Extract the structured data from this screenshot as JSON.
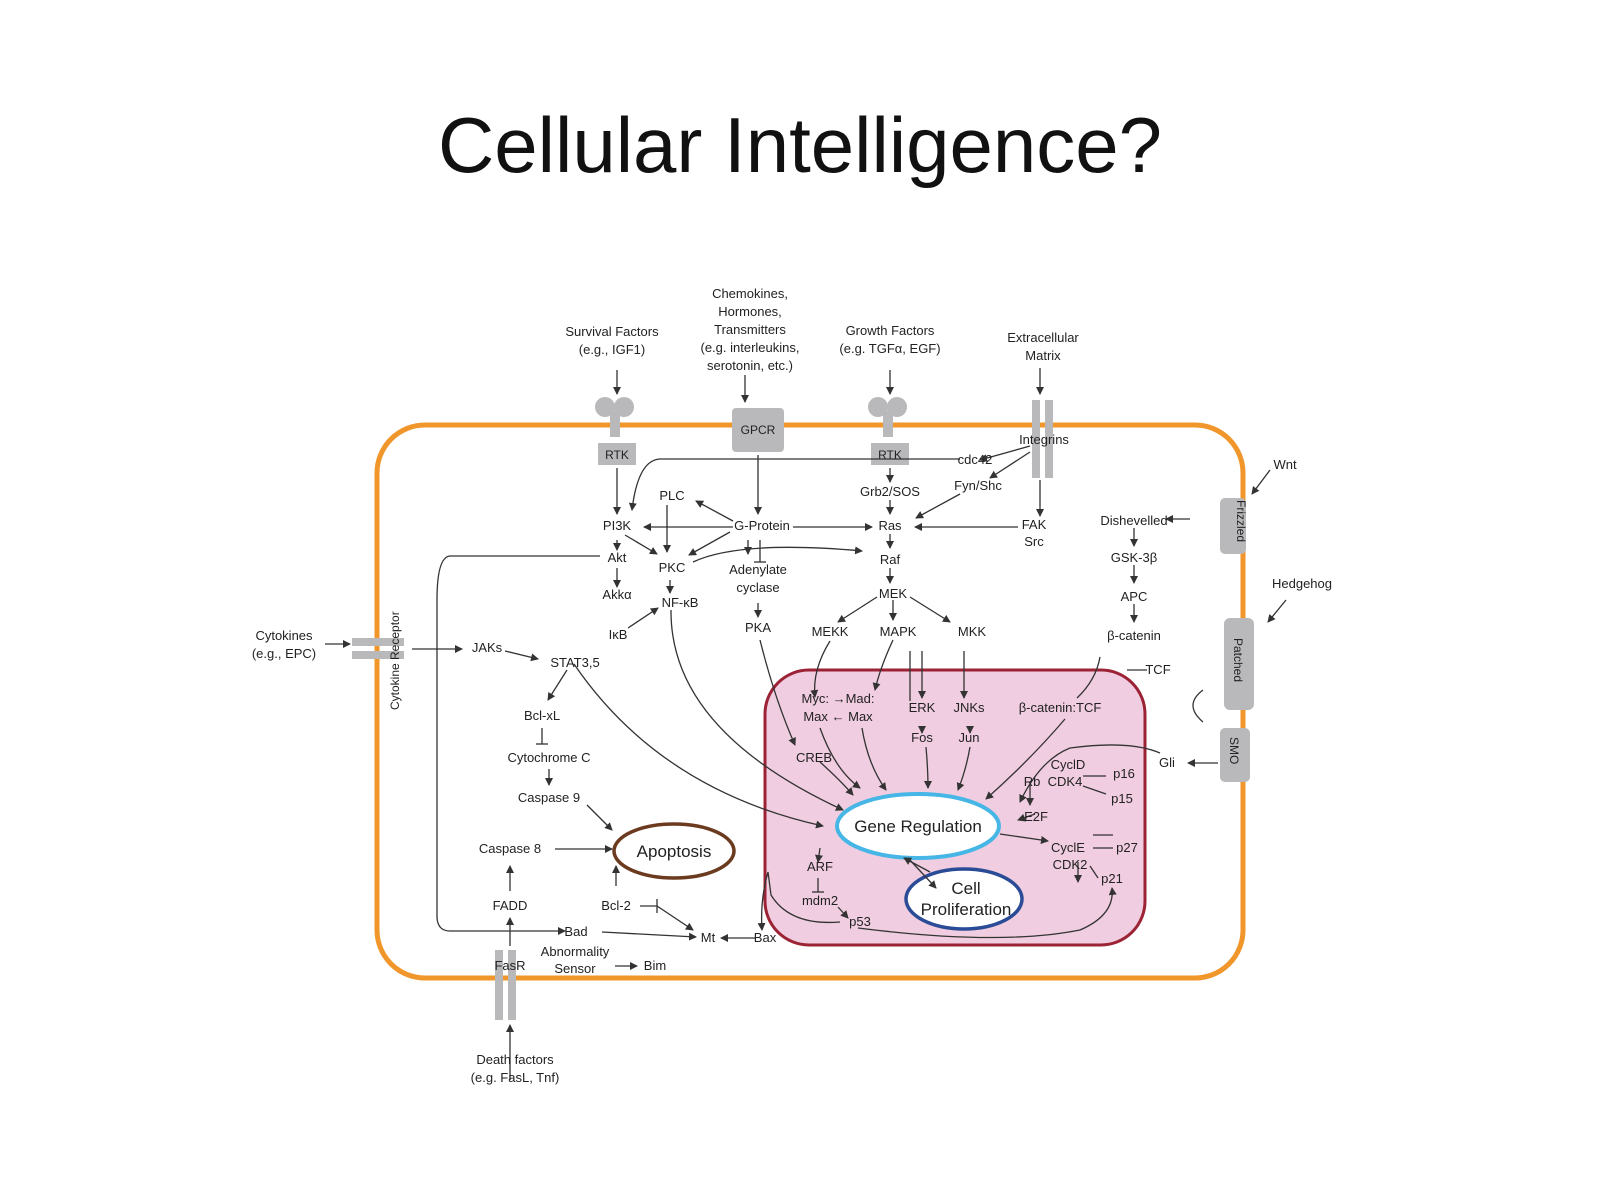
{
  "slide": {
    "title": "Cellular Intelligence?"
  },
  "colors": {
    "membrane": "#f0962a",
    "nucleus_fill": "#f0cde0",
    "nucleus_stroke": "#9b2335",
    "receptor": "#b9b9bb",
    "gene_regulation": "#46b6e6",
    "apoptosis": "#6b3a1f",
    "proliferation": "#2a4b96",
    "text": "#222222"
  },
  "extracellular": {
    "survival_factors": [
      "Survival Factors",
      "(e.g., IGF1)"
    ],
    "chemokines": [
      "Chemokines,",
      "Hormones,",
      "Transmitters",
      "(e.g. interleukins,",
      "serotonin, etc.)"
    ],
    "growth_factors": [
      "Growth Factors",
      "(e.g. TGFα, EGF)"
    ],
    "extracellular_matrix": [
      "Extracellular",
      "Matrix"
    ],
    "wnt": "Wnt",
    "hedgehog": "Hedgehog",
    "cytokines": [
      "Cytokines",
      "(e.g., EPC)"
    ],
    "death_factors": [
      "Death factors",
      "(e.g. FasL, Tnf)"
    ]
  },
  "receptors": {
    "rtk_left": "RTK",
    "gpcr": "GPCR",
    "rtk_right": "RTK",
    "integrins": "Integrins",
    "frizzled": "Frizzled",
    "patched": "Patched",
    "smo": "SMO",
    "cytokine_receptor": "Cytokine Receptor",
    "fasr": "FasR"
  },
  "nodes": {
    "cdc42": "cdc42",
    "fyn_shc": "Fyn/Shc",
    "grb2_sos": "Grb2/SOS",
    "plc": "PLC",
    "pi3k": "PI3K",
    "g_protein": "G-Protein",
    "ras": "Ras",
    "fak_src": [
      "FAK",
      "Src"
    ],
    "akt": "Akt",
    "pkc": "PKC",
    "adenylate_cyclase": [
      "Adenylate",
      "cyclase"
    ],
    "raf": "Raf",
    "akk_alpha": "Akkα",
    "nf_kb": "NF-κB",
    "mek": "MEK",
    "ikb": "IκB",
    "pka": "PKA",
    "mekk": "MEKK",
    "mapk": "MAPK",
    "mkk": "MKK",
    "jaks": "JAKs",
    "stat": "STAT3,5",
    "bcl_xl": "Bcl-xL",
    "cytochrome_c": "Cytochrome C",
    "caspase9": "Caspase 9",
    "caspase8": "Caspase 8",
    "fadd": "FADD",
    "bcl2": "Bcl-2",
    "bad": "Bad",
    "mt": "Mt",
    "bax": "Bax",
    "abnormality_sensor": [
      "Abnormality",
      "Sensor"
    ],
    "bim": "Bim",
    "dishevelled": "Dishevelled",
    "gsk3b": "GSK-3β",
    "apc": "APC",
    "beta_catenin": "β-catenin",
    "tcf": "TCF",
    "gli": "Gli"
  },
  "nucleus": {
    "myc_max": [
      "Myc: →Mad:",
      "Max ← Max"
    ],
    "erk": "ERK",
    "jnks": "JNKs",
    "fos": "Fos",
    "jun": "Jun",
    "beta_catenin_tcf": "β-catenin:TCF",
    "creb": "CREB",
    "cyclin_d": "CyclD",
    "rb": "Rb",
    "cdk4": "CDK4",
    "p16": "p16",
    "p15": "p15",
    "e2f": "E2F",
    "gene_regulation": "Gene Regulation",
    "cyclin_e": "CyclE",
    "p27": "p27",
    "cdk2": "CDK2",
    "p21": "p21",
    "arf": "ARF",
    "mdm2": "mdm2",
    "p53": "p53",
    "cell_proliferation": [
      "Cell",
      "Proliferation"
    ],
    "apoptosis": "Apoptosis"
  }
}
